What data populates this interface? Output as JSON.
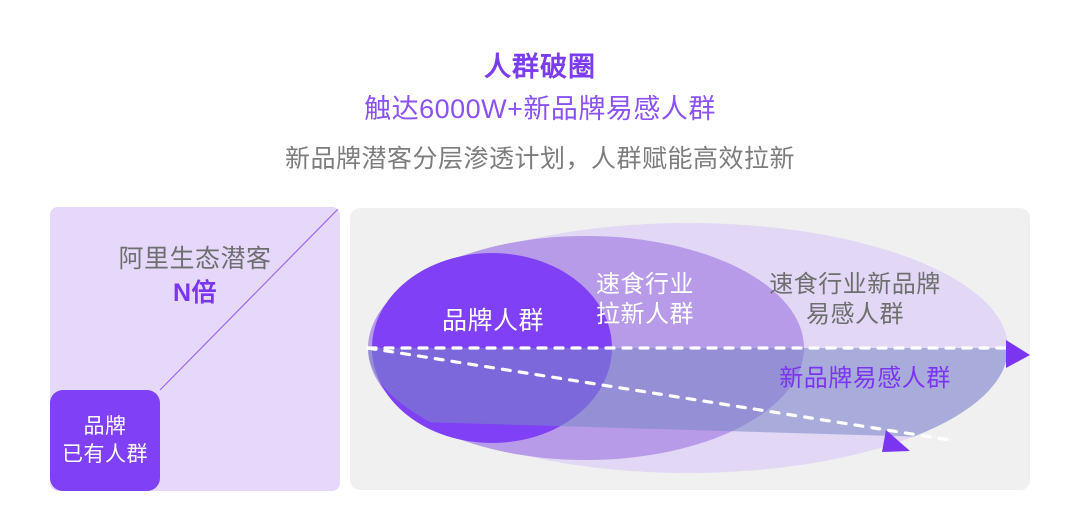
{
  "header": {
    "title": "人群破圈",
    "subtitle": "触达6000W+新品牌易感人群",
    "tagline": "新品牌潜客分层渗透计划，人群赋能高效拉新"
  },
  "left_panel": {
    "caption": "阿里生态潜客",
    "multiplier": "N倍",
    "brand_box": {
      "line1": "品牌",
      "line2": "已有人群"
    }
  },
  "diagram": {
    "labels": {
      "brand_crowd": "品牌人群",
      "industry_new_line1": "速食行业",
      "industry_new_line2": "拉新人群",
      "industry_brand_line1": "速食行业新品牌",
      "industry_brand_line2": "易感人群",
      "sensitive": "新品牌易感人群"
    }
  },
  "colors": {
    "accent_purple": "#7c3df0",
    "subtitle_purple": "#8b52f2",
    "core_ellipse": "#8040f5",
    "mid_ellipse": "#b79ae8",
    "outer_ellipse": "#e2d7f5",
    "band_blue": "#aab2da",
    "panel_gray": "#f0f0f0",
    "left_panel_bg": "#e5d8fa",
    "body_text_gray": "#7d7d7d",
    "dashed_line": "#ffffff",
    "arrow_purple": "#7b35f0"
  }
}
